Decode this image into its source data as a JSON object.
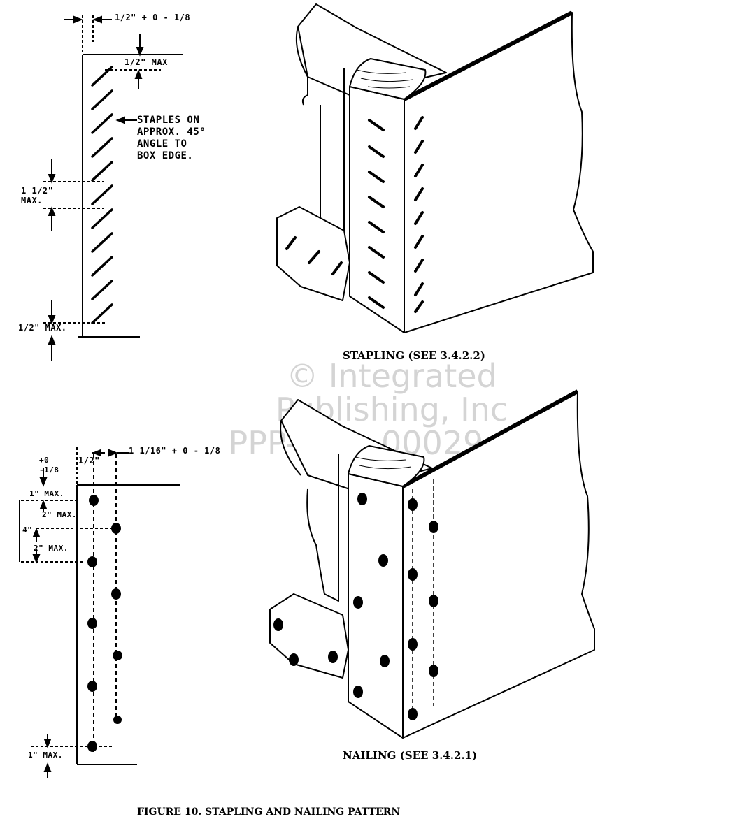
{
  "staple_diagram": {
    "edge_dimension": "1/2\" + 0 - 1/8",
    "top_margin": "1/2\" MAX",
    "spacing": "1 1/2\" MAX.",
    "bottom_margin": "1/2\" MAX.",
    "callout": [
      "STAPLES ON",
      "APPROX. 45°",
      "ANGLE TO",
      "BOX EDGE."
    ]
  },
  "nail_diagram": {
    "row_offset": "1/2\"",
    "left_tolerance": "+0 -1/8",
    "right_dimension": "1 1/16\" + 0 - 1/8",
    "top_margin": "1\" MAX.",
    "spacing_1": "2\" MAX.",
    "spacing_total": "4\"",
    "spacing_2": "2\" MAX.",
    "bottom_margin": "1\" MAX."
  },
  "captions": {
    "stapling": "STAPLING (SEE 3.4.2.2)",
    "nailing": "NAILING (SEE 3.4.2.1)",
    "figure": "FIGURE 10. STAPLING AND NAILING PATTERN"
  },
  "watermark": [
    "© Integrated",
    "Publishing, Inc",
    "PPP-B-6...00029.png"
  ]
}
